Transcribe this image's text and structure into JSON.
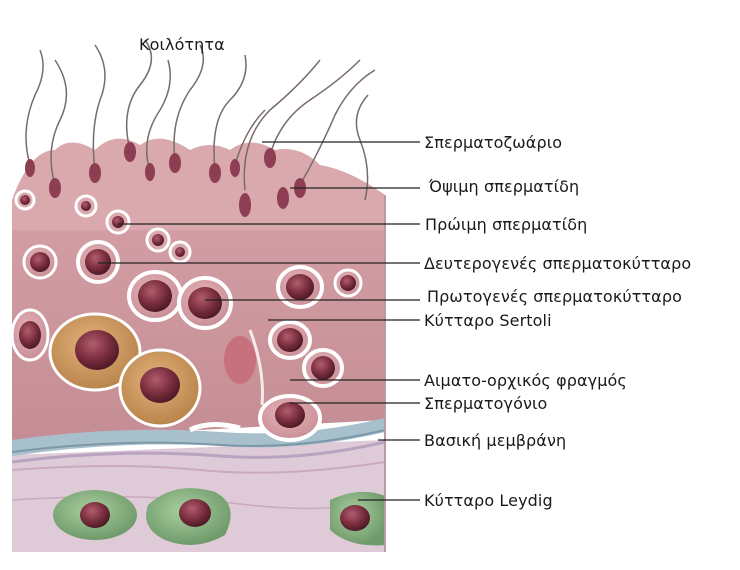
{
  "title": "Κοιλότητα",
  "labels": [
    "Σπερματοζωάριο",
    "Όψιμη σπερματίδη",
    "Πρώιμη σπερματίδη",
    "Δευτερογενές σπερματοκύτταρο",
    "Πρωτογενές σπερματοκύτταρο",
    "Κύτταρο Sertoli",
    "Αιματο-ορχικός φραγμός",
    "Σπερματογόνιο",
    "Βασική μεμβράνη",
    "Κύτταρο Leydig"
  ],
  "colors": {
    "tissue": "#cf9aa0",
    "tissue_dark": "#b87a82",
    "nucleus": "#7a2e3e",
    "membrane": "#9fb6c4",
    "connective": "#dcc7d6",
    "leydig": "#8fb88a",
    "line": "#222222"
  }
}
